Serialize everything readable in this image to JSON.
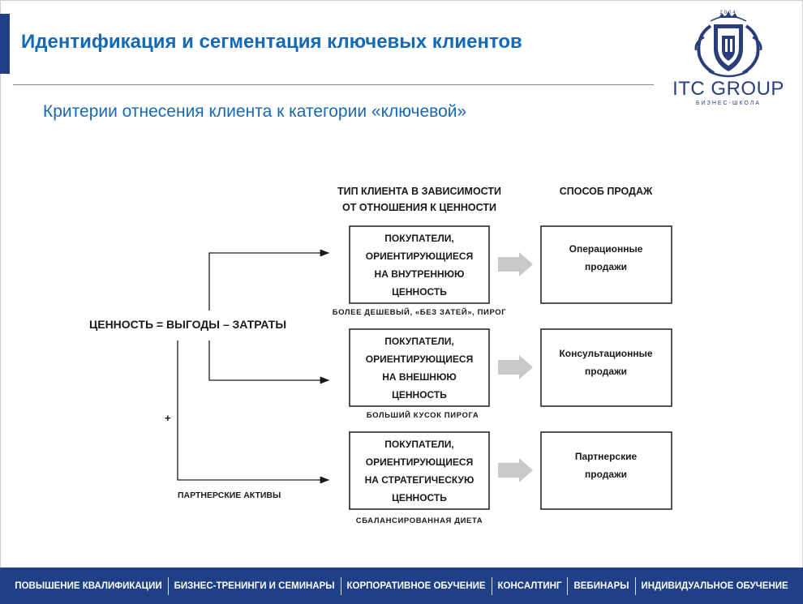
{
  "header": {
    "title": "Идентификация и сегментация ключевых клиентов",
    "subtitle": "Критерии отнесения клиента к категории «ключевой»"
  },
  "logo": {
    "year": "2004",
    "name": "ITC GROUP",
    "tagline": "БИЗНЕС-ШКОЛА"
  },
  "diagram": {
    "column_type_header": [
      "ТИП КЛИЕНТА В ЗАВИСИМОСТИ",
      "ОТ ОТНОШЕНИЯ К ЦЕННОСТИ"
    ],
    "column_sales_header": "СПОСОБ ПРОДАЖ",
    "formula": "ЦЕННОСТЬ = ВЫГОДЫ – ЗАТРАТЫ",
    "plus": "+",
    "partner_assets": "ПАРТНЕРСКИЕ АКТИВЫ",
    "rows": [
      {
        "client_lines": [
          "ПОКУПАТЕЛИ,",
          "ОРИЕНТИРУЮЩИЕСЯ",
          "НА ВНУТРЕННЮЮ",
          "ЦЕННОСТЬ"
        ],
        "caption": "БОЛЕЕ ДЕШЕВЫЙ, «БЕЗ ЗАТЕЙ», ПИРОГ",
        "sales_lines": [
          "Операционные",
          "продажи"
        ]
      },
      {
        "client_lines": [
          "ПОКУПАТЕЛИ,",
          "ОРИЕНТИРУЮЩИЕСЯ",
          "НА ВНЕШНЮЮ",
          "ЦЕННОСТЬ"
        ],
        "caption": "БОЛЬШИЙ КУСОК ПИРОГА",
        "sales_lines": [
          "Консультационные",
          "продажи"
        ]
      },
      {
        "client_lines": [
          "ПОКУПАТЕЛИ,",
          "ОРИЕНТИРУЮЩИЕСЯ",
          "НА СТРАТЕГИЧЕСКУЮ",
          "ЦЕННОСТЬ"
        ],
        "caption": "СБАЛАНСИРОВАННАЯ ДИЕТА",
        "sales_lines": [
          "Партнерские",
          "продажи"
        ]
      }
    ]
  },
  "footer": {
    "items": [
      "ПОВЫШЕНИЕ КВАЛИФИКАЦИИ",
      "БИЗНЕС-ТРЕНИНГИ И СЕМИНАРЫ",
      "КОРПОРАТИВНОЕ ОБУЧЕНИЕ",
      "КОНСАЛТИНГ",
      "ВЕБИНАРЫ",
      "ИНДИВИДУАЛЬНОЕ ОБУЧЕНИЕ"
    ]
  },
  "colors": {
    "brand_blue": "#1f3f86",
    "title_blue": "#1669b5",
    "arrow_gray": "#c9c9c9"
  }
}
